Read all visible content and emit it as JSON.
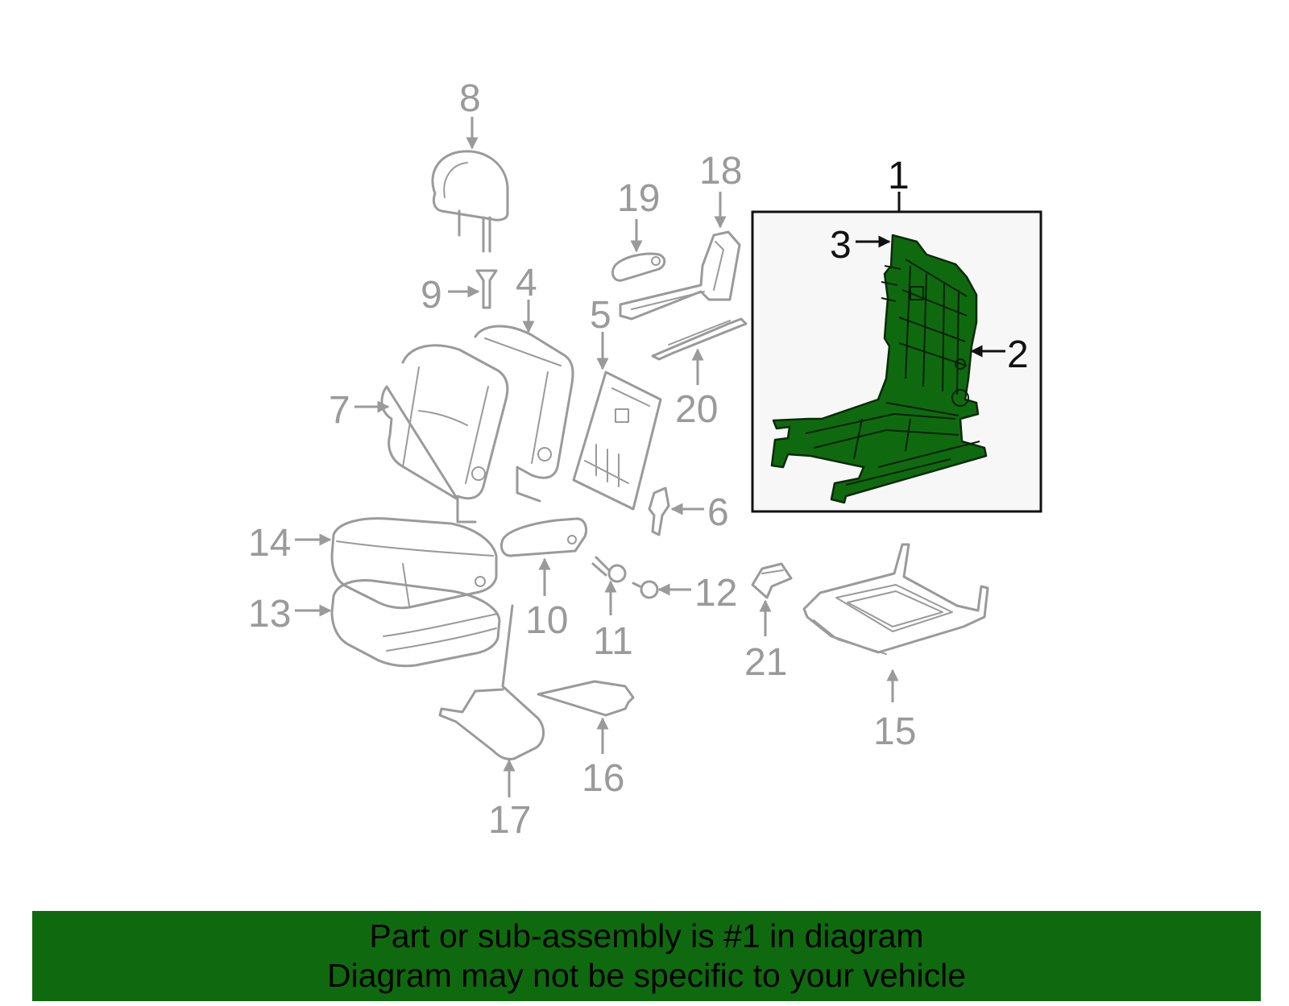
{
  "callouts": {
    "c1": "1",
    "c2": "2",
    "c3": "3",
    "c4": "4",
    "c5": "5",
    "c6": "6",
    "c7": "7",
    "c8": "8",
    "c9": "9",
    "c10": "10",
    "c11": "11",
    "c12": "12",
    "c13": "13",
    "c14": "14",
    "c15": "15",
    "c16": "16",
    "c17": "17",
    "c18": "18",
    "c19": "19",
    "c20": "20",
    "c21": "21"
  },
  "colors": {
    "highlight": "#0f6a0f",
    "part_stroke": "#9a9a9a",
    "banner": "#0f6a0f"
  },
  "banner": {
    "line1": "Part or sub-assembly is #1 in diagram",
    "line2": "Diagram may not be specific to your vehicle"
  }
}
